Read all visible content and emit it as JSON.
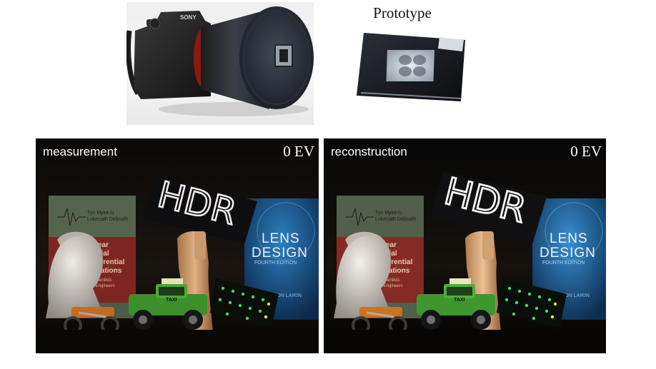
{
  "figure": {
    "prototype_title": "Prototype",
    "camera_brand": "SONY",
    "panels": [
      {
        "label": "measurement",
        "exposure": "0 EV"
      },
      {
        "label": "reconstruction",
        "exposure": "0 EV"
      }
    ],
    "scene_text": {
      "hdr_sign": "HDR",
      "book_left_authors": [
        "Tyn Myint-U",
        "Lokenath Debnath"
      ],
      "book_left_title": [
        "Linear",
        "Partial",
        "Differential",
        "Equations"
      ],
      "book_left_subtitle": [
        "for Scientists",
        "and Engineers"
      ],
      "book_right_title": [
        "LENS",
        "DESIGN"
      ],
      "book_right_edition": "FOURTH EDITION",
      "book_right_author": "MILTON LAIKIN",
      "taxi_sign": "TAXI"
    }
  }
}
